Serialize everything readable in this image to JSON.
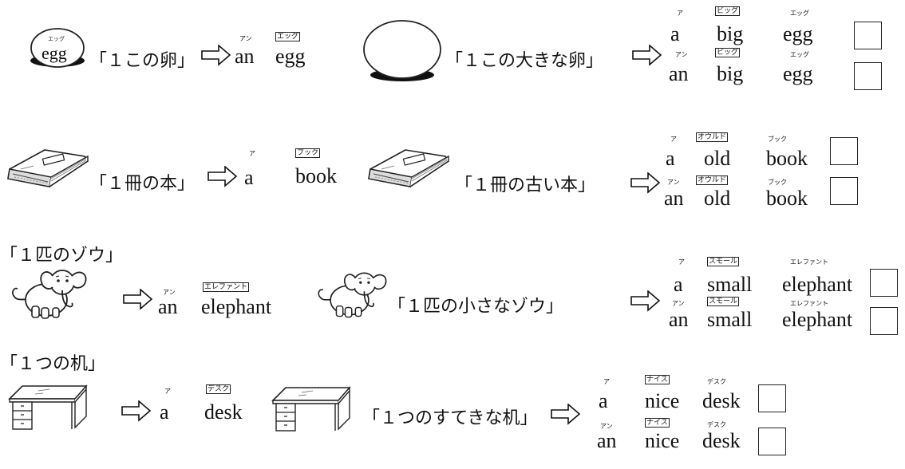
{
  "row1": {
    "egg_label": "egg",
    "egg_label_ruby": "エッグ",
    "phrase1": "「１この卵」",
    "ans1": [
      {
        "text": "an",
        "ruby": "アン",
        "boxed": false
      },
      {
        "text": "egg",
        "ruby": "エッグ",
        "boxed": true
      }
    ],
    "phrase2": "「１この大きな卵」",
    "choice_a": [
      {
        "text": "a",
        "ruby": "ア",
        "boxed": false
      },
      {
        "text": "big",
        "ruby": "ビッグ",
        "boxed": true
      },
      {
        "text": "egg",
        "ruby": "エッグ",
        "boxed": false
      }
    ],
    "choice_b": [
      {
        "text": "an",
        "ruby": "アン",
        "boxed": false
      },
      {
        "text": "big",
        "ruby": "ビッグ",
        "boxed": true
      },
      {
        "text": "egg",
        "ruby": "エッグ",
        "boxed": false
      }
    ]
  },
  "row2": {
    "phrase1": "「１冊の本」",
    "ans1": [
      {
        "text": "a",
        "ruby": "ア",
        "boxed": false
      },
      {
        "text": "book",
        "ruby": "ブック",
        "boxed": true
      }
    ],
    "phrase2": "「１冊の古い本」",
    "choice_a": [
      {
        "text": "a",
        "ruby": "ア",
        "boxed": false
      },
      {
        "text": "old",
        "ruby": "オウルド",
        "boxed": true
      },
      {
        "text": "book",
        "ruby": "ブック",
        "boxed": false
      }
    ],
    "choice_b": [
      {
        "text": "an",
        "ruby": "アン",
        "boxed": false
      },
      {
        "text": "old",
        "ruby": "オウルド",
        "boxed": true
      },
      {
        "text": "book",
        "ruby": "ブック",
        "boxed": false
      }
    ]
  },
  "row3": {
    "heading": "「１匹のゾウ」",
    "ans1": [
      {
        "text": "an",
        "ruby": "アン",
        "boxed": false
      },
      {
        "text": "elephant",
        "ruby": "エレファント",
        "boxed": true
      }
    ],
    "phrase2": "「１匹の小さなゾウ」",
    "choice_a": [
      {
        "text": "a",
        "ruby": "ア",
        "boxed": false
      },
      {
        "text": "small",
        "ruby": "スモール",
        "boxed": true
      },
      {
        "text": "elephant",
        "ruby": "エレファント",
        "boxed": false
      }
    ],
    "choice_b": [
      {
        "text": "an",
        "ruby": "アン",
        "boxed": false
      },
      {
        "text": "small",
        "ruby": "スモール",
        "boxed": true
      },
      {
        "text": "elephant",
        "ruby": "エレファント",
        "boxed": false
      }
    ]
  },
  "row4": {
    "heading": "「１つの机」",
    "ans1": [
      {
        "text": "a",
        "ruby": "ア",
        "boxed": false
      },
      {
        "text": "desk",
        "ruby": "デスク",
        "boxed": true
      }
    ],
    "phrase2": "「１つのすてきな机」",
    "choice_a": [
      {
        "text": "a",
        "ruby": "ア",
        "boxed": false
      },
      {
        "text": "nice",
        "ruby": "ナイス",
        "boxed": true
      },
      {
        "text": "desk",
        "ruby": "デスク",
        "boxed": false
      }
    ],
    "choice_b": [
      {
        "text": "an",
        "ruby": "アン",
        "boxed": false
      },
      {
        "text": "nice",
        "ruby": "ナイス",
        "boxed": true
      },
      {
        "text": "desk",
        "ruby": "デスク",
        "boxed": false
      }
    ]
  }
}
